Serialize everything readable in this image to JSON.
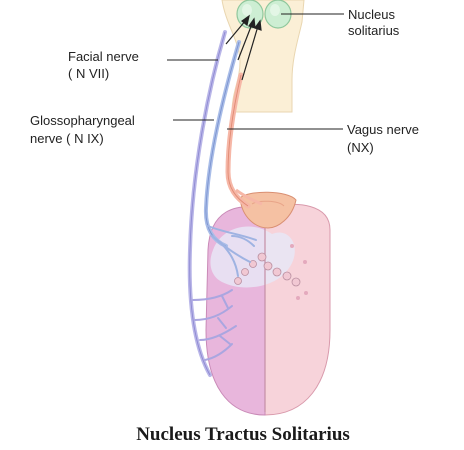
{
  "labels": {
    "nucleus_solitarius": [
      "Nucleus",
      "solitarius"
    ],
    "facial_nerve": [
      "Facial nerve",
      "( N VII)"
    ],
    "glossopharyngeal_nerve": [
      "Glossopharyngeal",
      "nerve ( N IX)"
    ],
    "vagus_nerve": [
      "Vagus nerve",
      "(NX)"
    ]
  },
  "caption": "Nucleus Tractus Solitarius",
  "colors": {
    "brainstem": "#fbefd6",
    "nucleus": "#cdeed3",
    "facial_nerve": "#b9b6e8",
    "glossopharyngeal_nerve": "#a9bde8",
    "vagus_nerve": "#f6b7a7",
    "tongue_left": "#e8b6dc",
    "tongue_right": "#f7d3da",
    "tongue_base": "#e7e6f6",
    "epiglottis": "#f5c1a3"
  }
}
